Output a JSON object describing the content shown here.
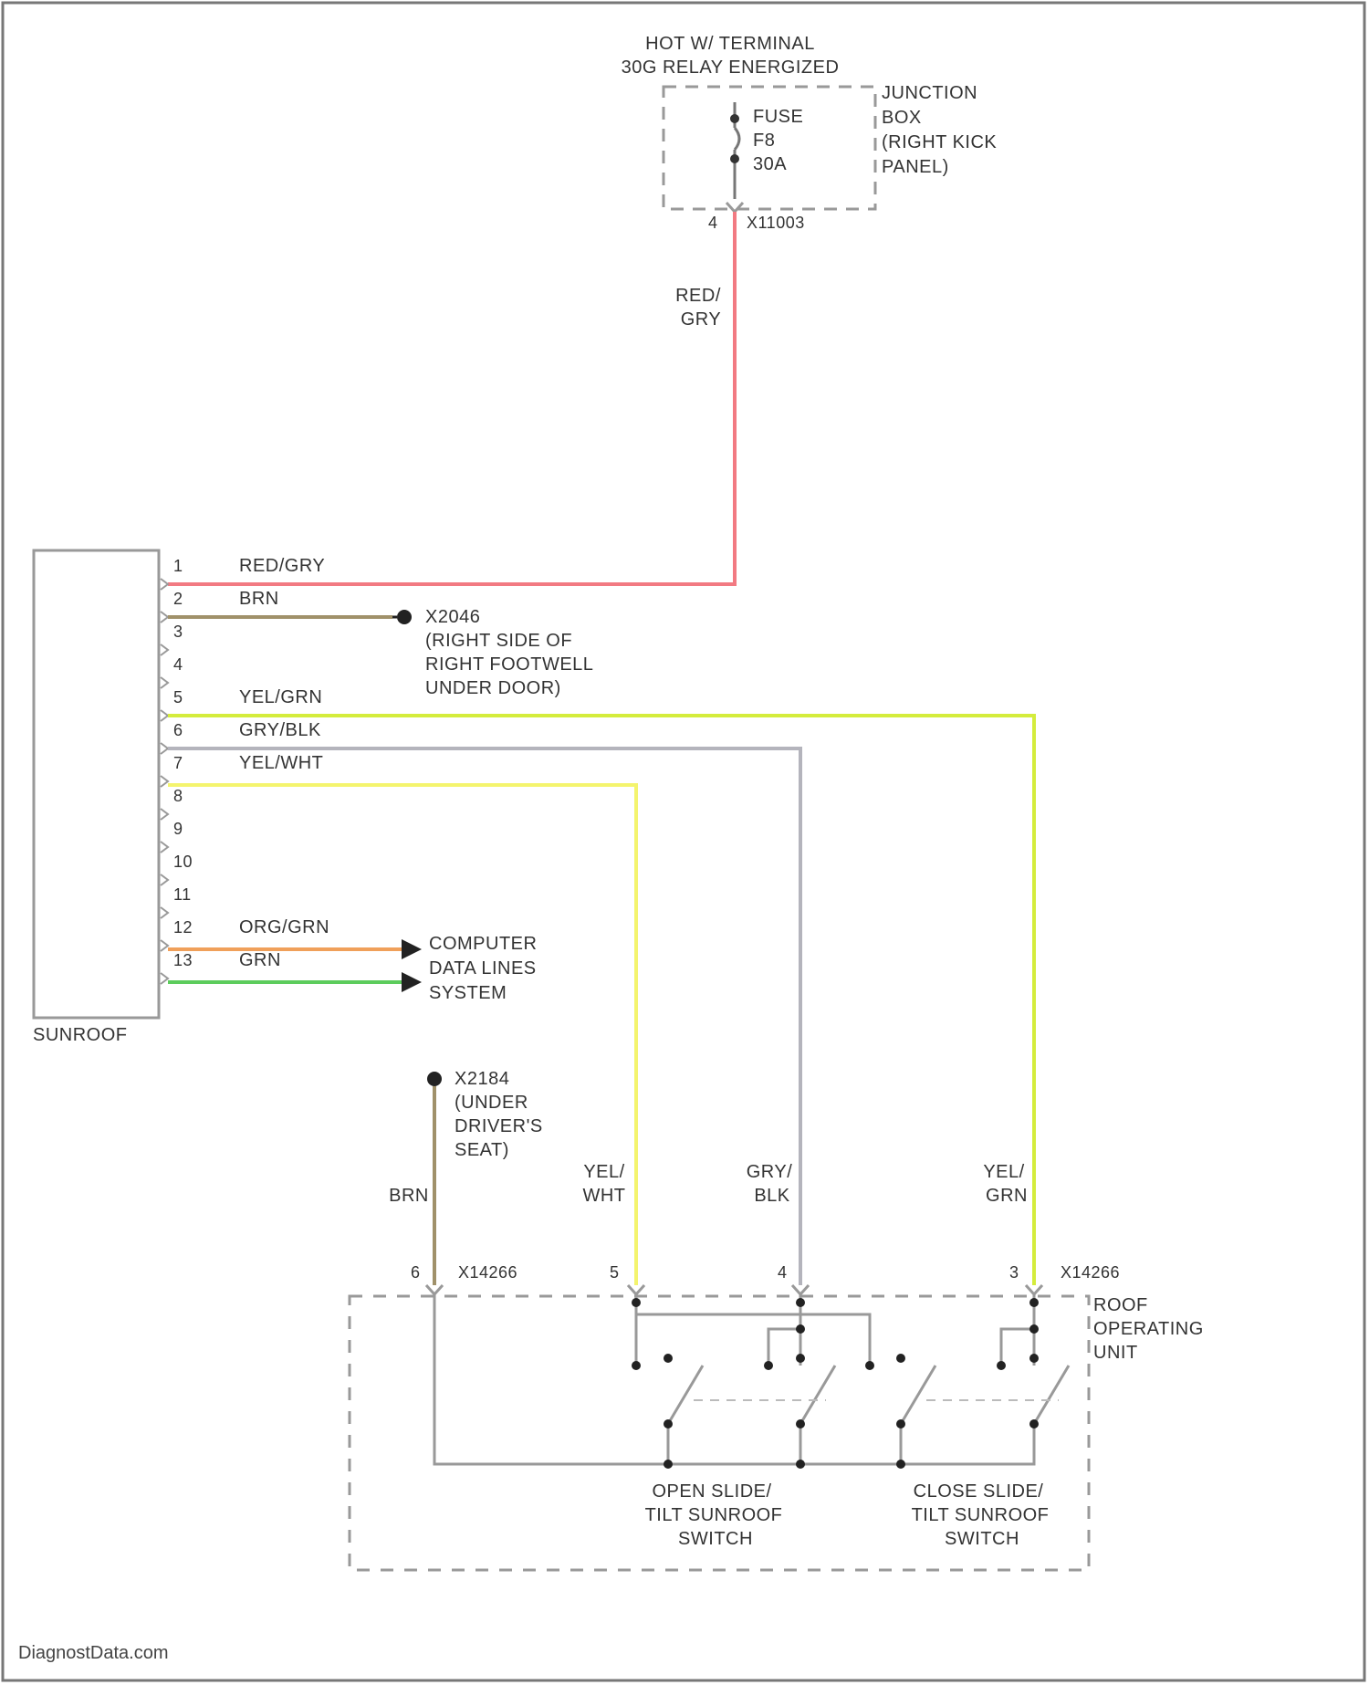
{
  "colors": {
    "red_gry": "#f27a82",
    "brn": "#a0916a",
    "yel_grn": "#d4ec3c",
    "gry_blk": "#b4b4bc",
    "yel_wht": "#f4f46e",
    "org_grn": "#f0a05a",
    "grn": "#5ccc5c",
    "component": "#999999",
    "text": "#333333"
  },
  "power_source": {
    "line1": "HOT W/ TERMINAL",
    "line2": "30G RELAY ENERGIZED"
  },
  "junction_box": {
    "label": [
      "JUNCTION",
      "BOX",
      "(RIGHT KICK",
      "PANEL)"
    ],
    "fuse": [
      "FUSE",
      "F8",
      "30A"
    ],
    "connector_pin": "4",
    "connector_id": "X11003"
  },
  "wire_red_gry_label": [
    "RED/",
    "GRY"
  ],
  "sunroof_module": {
    "name": "SUNROOF",
    "pins": [
      {
        "num": "1",
        "wire": "RED/GRY"
      },
      {
        "num": "2",
        "wire": "BRN"
      },
      {
        "num": "3",
        "wire": ""
      },
      {
        "num": "4",
        "wire": ""
      },
      {
        "num": "5",
        "wire": "YEL/GRN"
      },
      {
        "num": "6",
        "wire": "GRY/BLK"
      },
      {
        "num": "7",
        "wire": "YEL/WHT"
      },
      {
        "num": "8",
        "wire": ""
      },
      {
        "num": "9",
        "wire": ""
      },
      {
        "num": "10",
        "wire": ""
      },
      {
        "num": "11",
        "wire": ""
      },
      {
        "num": "12",
        "wire": "ORG/GRN"
      },
      {
        "num": "13",
        "wire": "GRN"
      }
    ]
  },
  "ground_x2046": {
    "id": "X2046",
    "location": [
      "(RIGHT SIDE OF",
      "RIGHT FOOTWELL",
      "UNDER DOOR)"
    ]
  },
  "computer_data_lines": [
    "COMPUTER",
    "DATA LINES",
    "SYSTEM"
  ],
  "ground_x2184": {
    "id": "X2184",
    "location": [
      "(UNDER",
      "DRIVER'S",
      "SEAT)"
    ]
  },
  "roof_wire_labels": {
    "brn": "BRN",
    "yel_wht": [
      "YEL/",
      "WHT"
    ],
    "gry_blk": [
      "GRY/",
      "BLK"
    ],
    "yel_grn": [
      "YEL/",
      "GRN"
    ]
  },
  "roof_connector": {
    "id_left": "X14266",
    "id_right": "X14266",
    "pins": [
      "6",
      "5",
      "4",
      "3"
    ]
  },
  "roof_operating_unit": [
    "ROOF",
    "OPERATING",
    "UNIT"
  ],
  "switches": {
    "open": [
      "OPEN SLIDE/",
      "TILT SUNROOF",
      "SWITCH"
    ],
    "close": [
      "CLOSE SLIDE/",
      "TILT SUNROOF",
      "SWITCH"
    ]
  },
  "watermark": "DiagnostData.com"
}
